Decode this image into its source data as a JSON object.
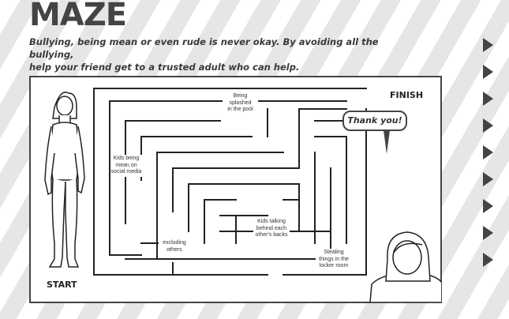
{
  "title": "MAZE",
  "instructions": {
    "line1": "Bullying, being mean or even rude is never okay. By avoiding all the bullying,",
    "line2": "help your friend get to a trusted adult who can help."
  },
  "maze": {
    "start_label": "START",
    "finish_label": "FINISH",
    "obstacles": [
      {
        "id": "splashed",
        "line1": "Being",
        "line2": "splashed",
        "line3": "in the pool"
      },
      {
        "id": "social-media",
        "line1": "Kids being",
        "line2": "mean on",
        "line3": "social media"
      },
      {
        "id": "talking",
        "line1": "Kids talking",
        "line2": "behind each",
        "line3": "other's backs"
      },
      {
        "id": "excluding",
        "line1": "excluding",
        "line2": "others",
        "line3": ""
      },
      {
        "id": "stealing",
        "line1": "Stealing",
        "line2": "things in the",
        "line3": "locker room"
      }
    ]
  },
  "speech_bubble": "Thank you!",
  "icons": [
    "girl-in-swimsuit-figure",
    "trusted-adult-figure",
    "side-arrow-icon"
  ]
}
